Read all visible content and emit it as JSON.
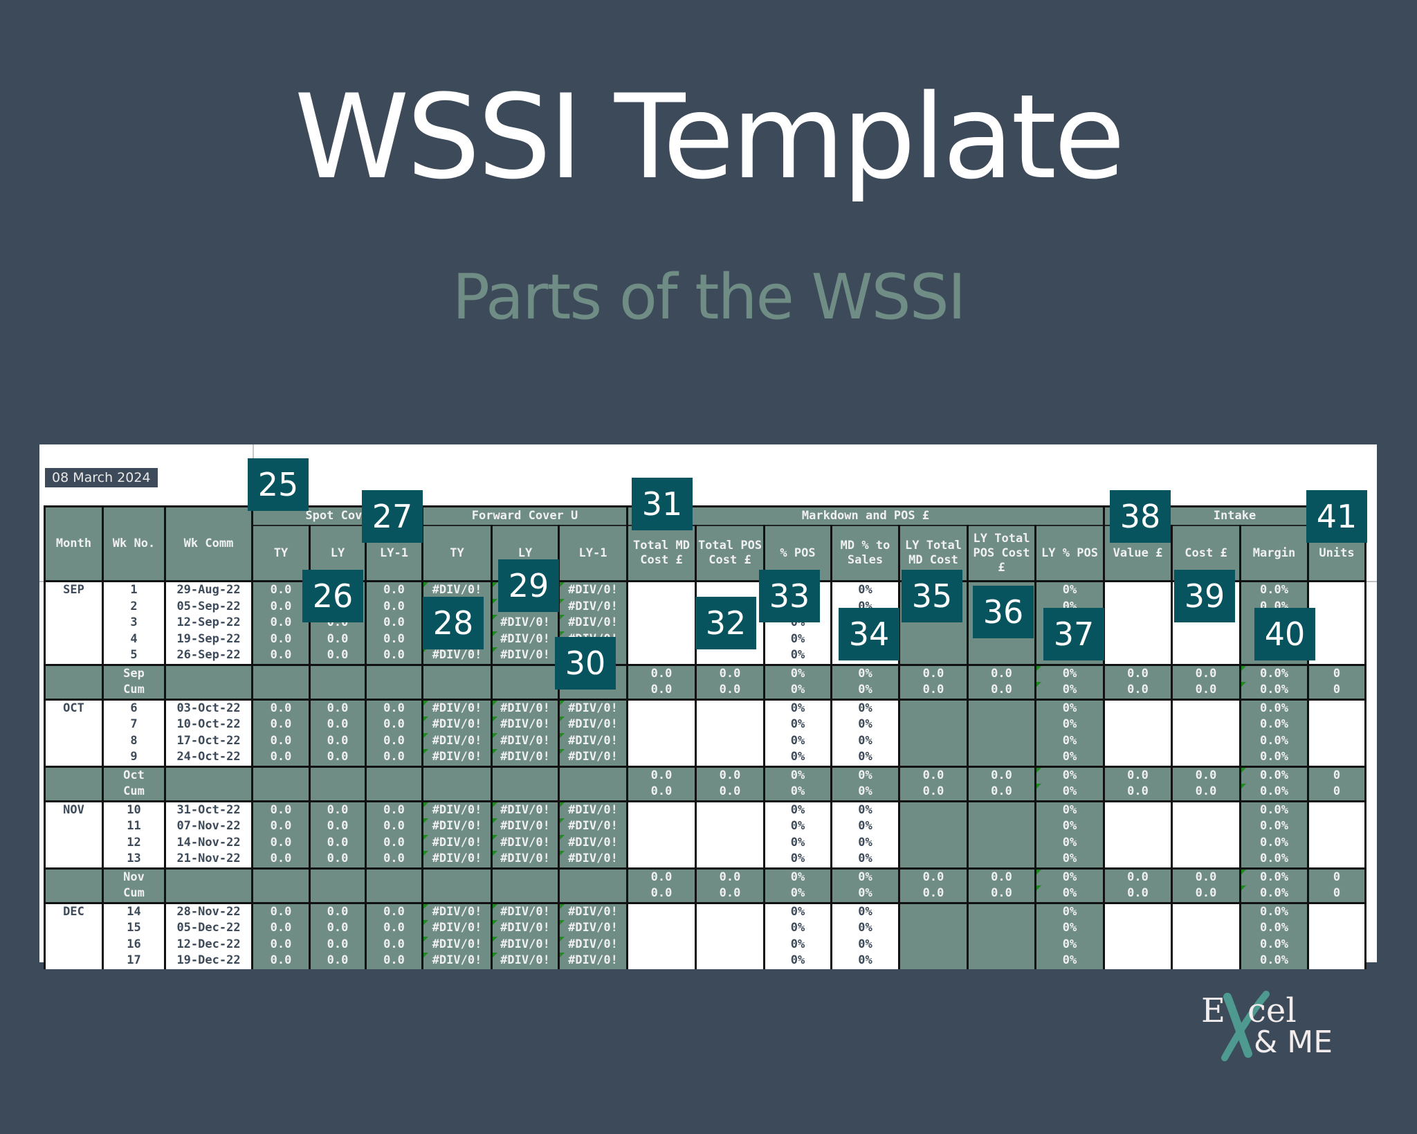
{
  "header": {
    "title": "WSSI Template",
    "subtitle": "Parts of the WSSI"
  },
  "sheet": {
    "date": "08 March 2024",
    "groups": {
      "spot_cover": "Spot Cove",
      "forward_cover": "Forward Cover U",
      "markdown_pos": "Markdown and POS £",
      "intake": "Intake"
    },
    "columns": {
      "month": "Month",
      "wk_no": "Wk No.",
      "wk_comm": "Wk Comm",
      "spot_ty": "TY",
      "spot_ly": "LY",
      "spot_ly1": "LY-1",
      "fwd_ty": "TY",
      "fwd_ly": "LY",
      "fwd_ly1": "LY-1",
      "total_md_cost": "Total MD Cost £",
      "total_pos_cost": "Total POS Cost £",
      "pct_pos": "% POS",
      "md_pct_sales": "MD % to Sales",
      "ly_total_md_cost": "LY Total MD Cost",
      "ly_total_pos_cost": "LY Total POS Cost £",
      "ly_pct_pos": "LY % POS",
      "value": "Value £",
      "cost": "Cost £",
      "margin": "Margin",
      "units": "Units"
    },
    "months": [
      {
        "month": "SEP",
        "weeks": [
          {
            "wk": "1",
            "comm": "29-Aug-22"
          },
          {
            "wk": "2",
            "comm": "05-Sep-22"
          },
          {
            "wk": "3",
            "comm": "12-Sep-22"
          },
          {
            "wk": "4",
            "comm": "19-Sep-22"
          },
          {
            "wk": "5",
            "comm": "26-Sep-22"
          }
        ],
        "cum_label_1": "Sep",
        "cum_label_2": "Cum"
      },
      {
        "month": "OCT",
        "weeks": [
          {
            "wk": "6",
            "comm": "03-Oct-22"
          },
          {
            "wk": "7",
            "comm": "10-Oct-22"
          },
          {
            "wk": "8",
            "comm": "17-Oct-22"
          },
          {
            "wk": "9",
            "comm": "24-Oct-22"
          }
        ],
        "cum_label_1": "Oct",
        "cum_label_2": "Cum"
      },
      {
        "month": "NOV",
        "weeks": [
          {
            "wk": "10",
            "comm": "31-Oct-22"
          },
          {
            "wk": "11",
            "comm": "07-Nov-22"
          },
          {
            "wk": "12",
            "comm": "14-Nov-22"
          },
          {
            "wk": "13",
            "comm": "21-Nov-22"
          }
        ],
        "cum_label_1": "Nov",
        "cum_label_2": "Cum"
      },
      {
        "month": "DEC",
        "weeks": [
          {
            "wk": "14",
            "comm": "28-Nov-22"
          },
          {
            "wk": "15",
            "comm": "05-Dec-22"
          },
          {
            "wk": "16",
            "comm": "12-Dec-22"
          },
          {
            "wk": "17",
            "comm": "19-Dec-22"
          }
        ]
      }
    ],
    "values": {
      "cover": "0.0",
      "div_error": "#DIV/0!",
      "pct": "0%",
      "margin_pct": "0.0%",
      "money": "0.0",
      "units": "0"
    }
  },
  "badges": [
    "25",
    "26",
    "27",
    "28",
    "29",
    "30",
    "31",
    "32",
    "33",
    "34",
    "35",
    "36",
    "37",
    "38",
    "39",
    "40",
    "41"
  ],
  "logo": {
    "line1_prefix": "E",
    "line1_suffix": "cel",
    "line2": "& ME"
  },
  "colors": {
    "background": "#3d4a59",
    "sheet_green": "#6f8c85",
    "badge": "#08545e",
    "subtitle": "#6f8c85"
  }
}
